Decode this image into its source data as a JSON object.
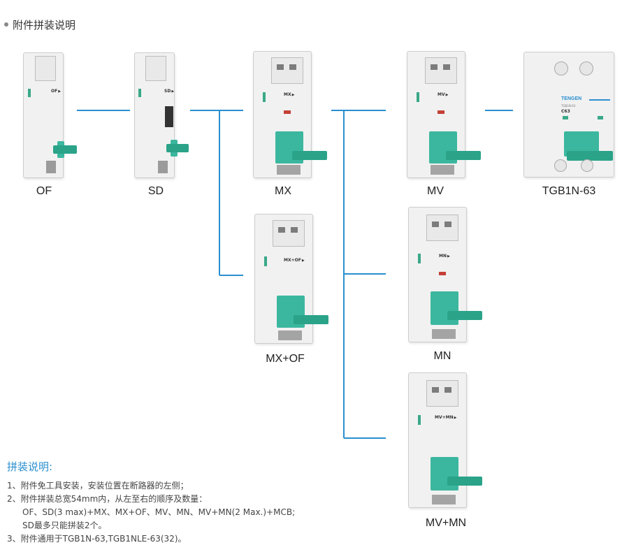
{
  "header": {
    "title": "附件拼装说明"
  },
  "devices": {
    "of": {
      "label": "OF",
      "marking": "OF"
    },
    "sd": {
      "label": "SD",
      "marking": "SD"
    },
    "mx": {
      "label": "MX",
      "marking": "MX"
    },
    "mv": {
      "label": "MV",
      "marking": "MV"
    },
    "mcb": {
      "label": "TGB1N-63",
      "brand": "TENGEN",
      "model": "TGB1N-63",
      "rating": "C63"
    },
    "mxof": {
      "label": "MX+OF",
      "marking": "MX+OF"
    },
    "mn": {
      "label": "MN",
      "marking": "MN"
    },
    "mvmn": {
      "label": "MV+MN",
      "marking": "MV+MN"
    }
  },
  "notes": {
    "title": "拼装说明:",
    "lines": [
      "1、附件免工具安装，安装位置在断路器的左侧；",
      "2、附件拼装总宽54mm内，从左至右的顺序及数量：",
      "OF、SD(3 max)+MX、MX+OF、MV、MN、MV+MN(2 Max.)+MCB;",
      "SD最多只能拼装2个。",
      "3、附件通用于TGB1N-63,TGB1NLE-63(32)。"
    ]
  },
  "colors": {
    "connector": "#2a8fcf",
    "lever": "#3bb79f",
    "accent": "#2a8fcf"
  }
}
